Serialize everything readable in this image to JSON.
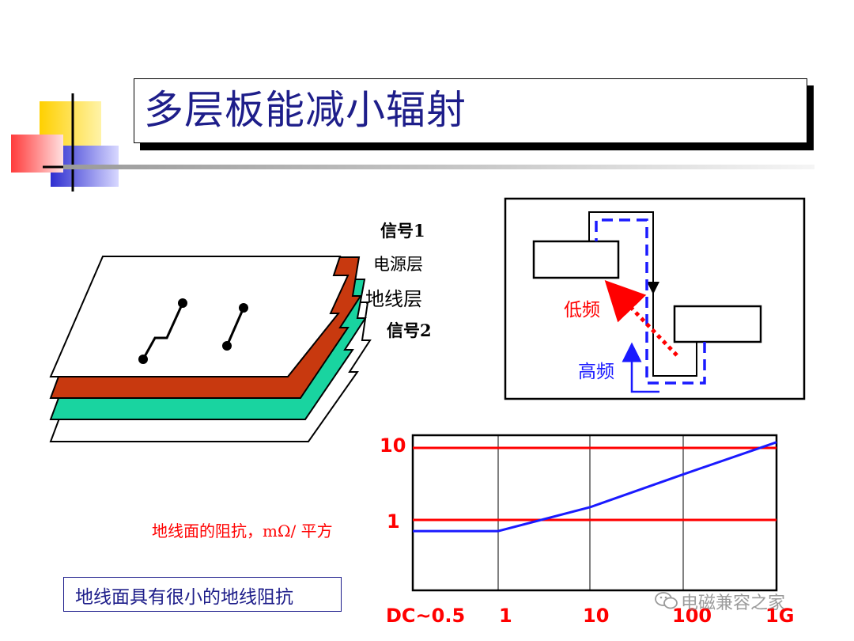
{
  "title": "多层板能减小辐射",
  "layers": {
    "signal1": "信号1",
    "power": "电源层",
    "ground": "地线层",
    "signal2": "信号2"
  },
  "frequency": {
    "low": "低频",
    "high": "高频"
  },
  "chart": {
    "y_label": "地线面的阻抗，mΩ/ 平方",
    "y_ticks": [
      "10",
      "1"
    ],
    "x_ticks": [
      "DC~0.5",
      "1",
      "10",
      "100",
      "1G"
    ]
  },
  "chart_data": {
    "type": "line",
    "x_scale": "log",
    "y_scale": "log",
    "x": [
      "DC~0.5",
      1,
      10,
      100,
      1000
    ],
    "series": [
      {
        "values": [
          0.7,
          0.7,
          1.5,
          4.3,
          12
        ]
      }
    ],
    "reference_lines_y": [
      1,
      10
    ],
    "ylabel": "地线面的阻抗，mΩ/ 平方",
    "grid": true,
    "colors": {
      "series": "#1a1aff",
      "reference": "#ff0000"
    }
  },
  "note": "地线面具有很小的地线阻抗",
  "watermark": "电磁兼容之家",
  "colors": {
    "title": "#1e1e8a",
    "power_layer": "#c8390f",
    "ground_layer": "#19d4a0",
    "low_freq": "#ff0000",
    "high_freq": "#1a1aff"
  }
}
